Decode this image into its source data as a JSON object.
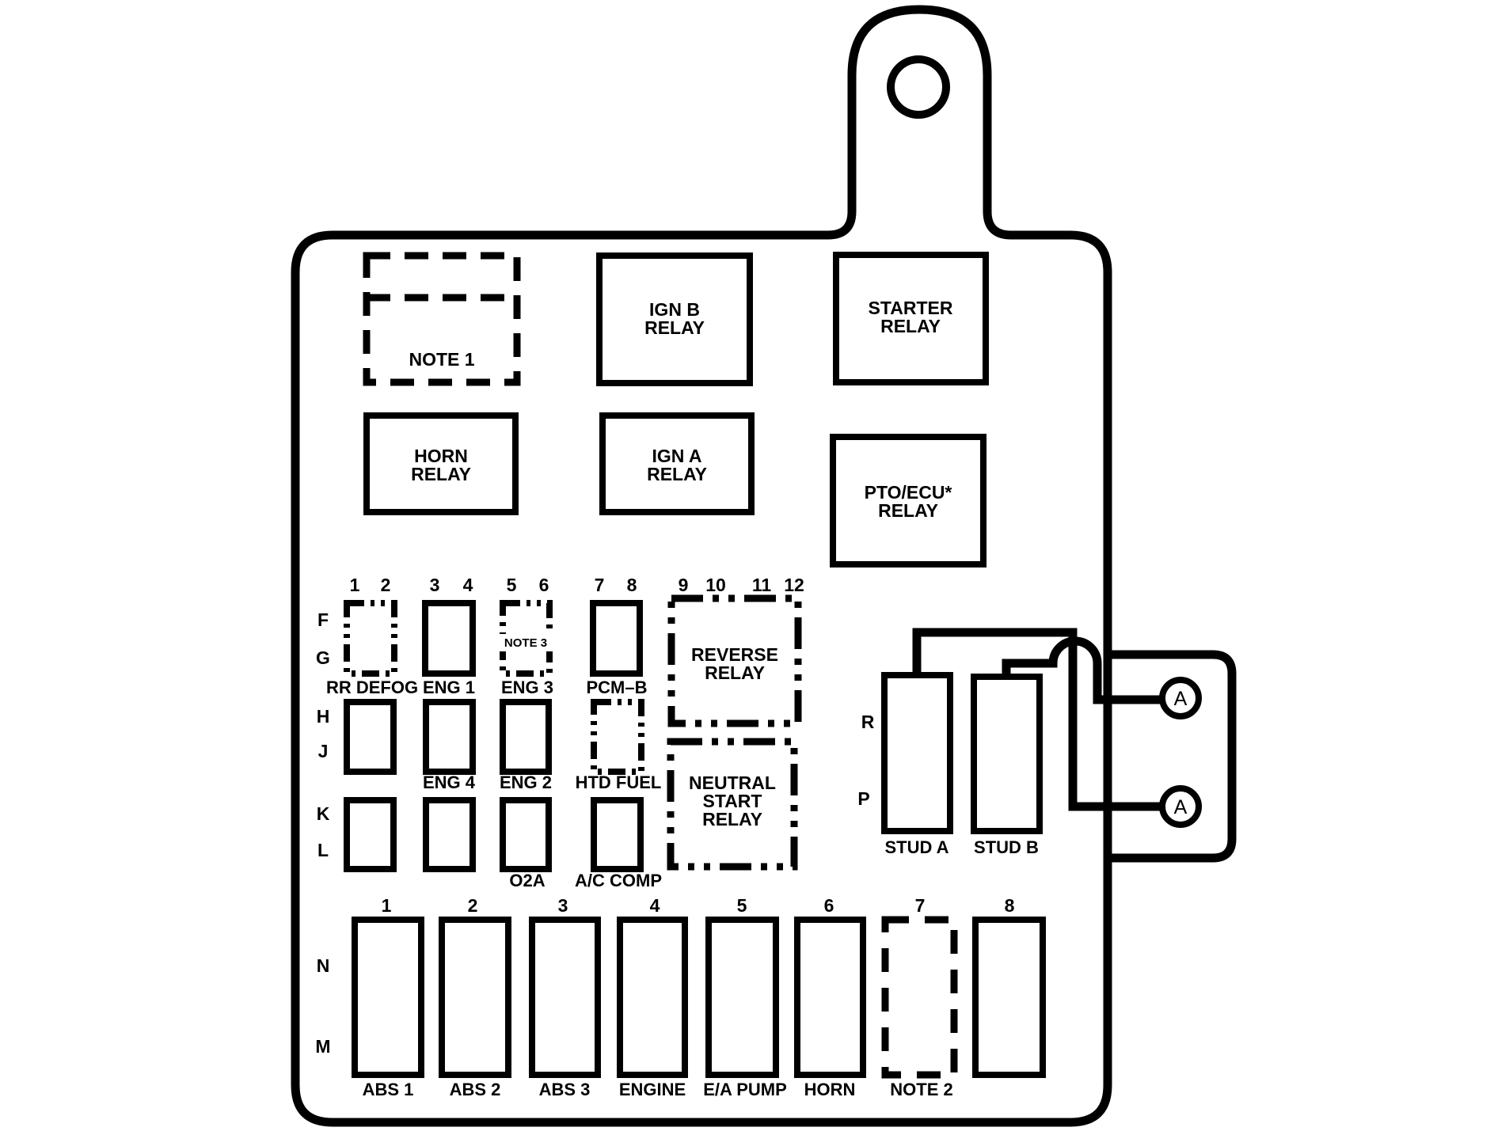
{
  "colors": {
    "ink": "#000000",
    "paper": "#ffffff"
  },
  "relays": {
    "note1": "NOTE 1",
    "ign_b": {
      "l1": "IGN B",
      "l2": "RELAY"
    },
    "starter": {
      "l1": "STARTER",
      "l2": "RELAY"
    },
    "horn": {
      "l1": "HORN",
      "l2": "RELAY"
    },
    "ign_a": {
      "l1": "IGN A",
      "l2": "RELAY"
    },
    "pto_ecu": {
      "l1": "PTO/ECU*",
      "l2": "RELAY"
    },
    "reverse": {
      "l1": "REVERSE",
      "l2": "RELAY"
    },
    "neutral_start": {
      "l1": "NEUTRAL",
      "l2": "START",
      "l3": "RELAY"
    }
  },
  "mini_fuses": {
    "position_numbers": [
      "1",
      "2",
      "3",
      "4",
      "5",
      "6",
      "7",
      "8",
      "9",
      "10",
      "11",
      "12"
    ],
    "row_letters": [
      "F",
      "G",
      "H",
      "J",
      "K",
      "L"
    ],
    "note3": "NOTE 3",
    "labels": {
      "rr_defog": "RR DEFOG",
      "eng1": "ENG 1",
      "eng3": "ENG 3",
      "pcm_b": "PCM–B",
      "eng4": "ENG 4",
      "eng2": "ENG 2",
      "htd_fuel": "HTD FUEL",
      "o2a": "O2A",
      "ac_comp": "A/C COMP"
    }
  },
  "studs": {
    "r": "R",
    "p": "P",
    "stud_a": "STUD A",
    "stud_b": "STUD B"
  },
  "connector": {
    "terminal_top": "A",
    "terminal_bottom": "A"
  },
  "maxi_fuses": {
    "position_numbers": [
      "1",
      "2",
      "3",
      "4",
      "5",
      "6",
      "7",
      "8"
    ],
    "row_letters": [
      "N",
      "M"
    ],
    "labels": {
      "f1": "ABS 1",
      "f2": "ABS 2",
      "f3": "ABS 3",
      "f4": "ENGINE",
      "f5": "E/A PUMP",
      "f6": "HORN",
      "f7": "NOTE 2"
    }
  }
}
